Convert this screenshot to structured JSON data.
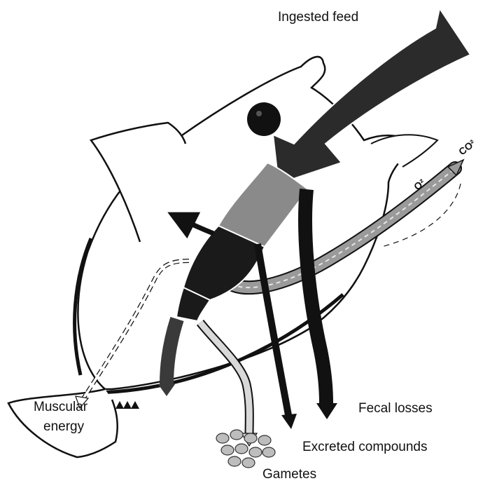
{
  "labels": {
    "ingested_feed": "Ingested feed",
    "muscular_energy_line1": "Muscular",
    "muscular_energy_line2": "energy",
    "fecal_losses": "Fecal losses",
    "excreted_compounds": "Excreted compounds",
    "gametes": "Gametes",
    "o2": "O²",
    "co2": "CO²"
  },
  "colors": {
    "outline": "#111111",
    "ingested_flow": "#2b2b2b",
    "digested_block": "#8a8a8a",
    "respiration_flow": "#9a9a9a",
    "gamete_fill": "#bdbdbd",
    "background": "#ffffff"
  }
}
